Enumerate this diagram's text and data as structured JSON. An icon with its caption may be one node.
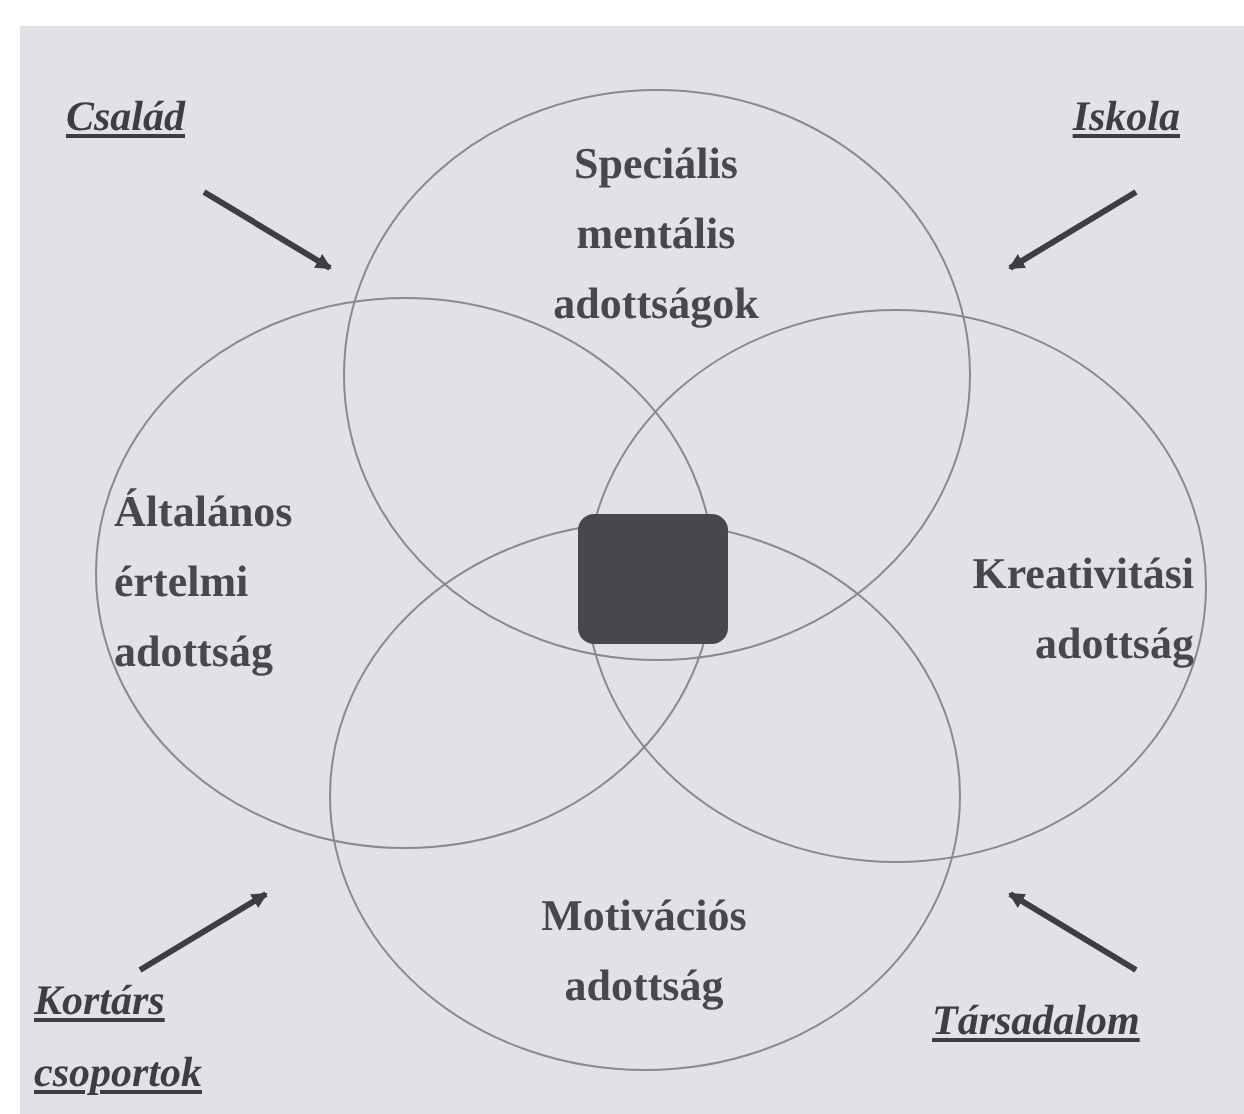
{
  "diagram": {
    "nodes": [
      {
        "text": [
          "Speciális mentális adottságok"
        ]
      },
      {
        "text": [
          "Általános értelmi adottság"
        ]
      },
      {
        "text": [
          "Kreativitási adottság"
        ]
      },
      {
        "text": [
          "Motivációs adottság"
        ]
      },
      {
        "text": [],
        "shape": "box"
      },
      {
        "text": [
          "Család"
        ]
      },
      {
        "text": [
          "Iskola"
        ]
      },
      {
        "text": [
          "Kortárs csoportok"
        ]
      },
      {
        "text": [
          "Társadalom"
        ]
      }
    ],
    "edges": [
      {
        "from": 5,
        "to": 1,
        "arrow": "to"
      },
      {
        "from": 6,
        "to": 2,
        "arrow": "to"
      },
      {
        "from": 7,
        "to": null,
        "arrow": "to"
      },
      {
        "from": 8,
        "to": 2,
        "arrow": "to"
      }
    ]
  }
}
